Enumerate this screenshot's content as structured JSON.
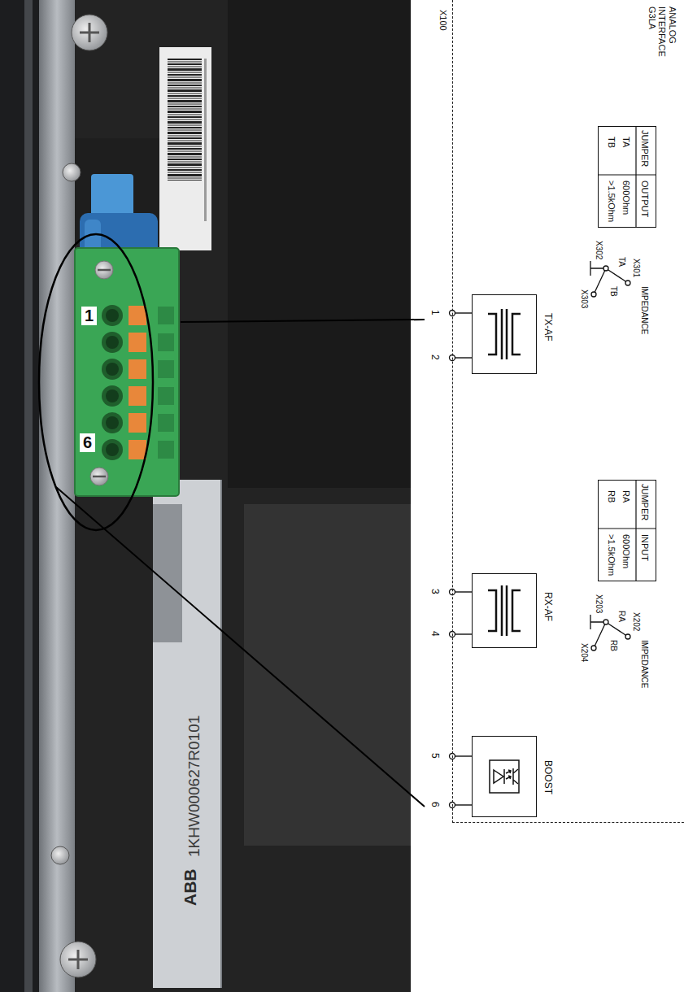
{
  "diagram": {
    "nodes": [
      {
        "text": [
          "ANALOG INTERFACE G3LA"
        ]
      },
      {
        "text": [
          "JUMPER",
          "OUTPUT",
          "TA",
          "600Ohm",
          "TB",
          ">1.5kOhm"
        ],
        "in": 0
      },
      {
        "text": [
          "TX-AF"
        ],
        "in": 0
      },
      {
        "text": [
          "JUMPER",
          "INPUT",
          "RA",
          "600Ohm",
          "RB",
          ">1.5kOhm"
        ],
        "in": 0
      },
      {
        "text": [
          "RX-AF"
        ],
        "in": 0
      },
      {
        "text": [
          "BOOST"
        ],
        "in": 0
      }
    ],
    "labels": [
      "X100",
      "IMPEDANCE",
      "X301",
      "TA",
      "X302",
      "TB",
      "X303",
      "1",
      "2",
      "IMPEDANCE",
      "X202",
      "RA",
      "X203",
      "RB",
      "X204",
      "3",
      "4",
      "5",
      "6",
      "1",
      "6",
      "1KHW000627R0101",
      "ABB"
    ]
  }
}
